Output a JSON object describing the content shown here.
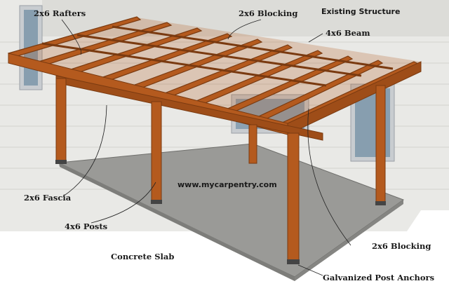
{
  "labels": {
    "rafters": "2x6 Rafters",
    "blocking_top": "2x6 Blocking",
    "existing_structure": "Existing Structure",
    "beam": "4x6 Beam",
    "fascia": "2x6 Fascia",
    "website": "www.mycarpentry.com",
    "posts": "4x6 Posts",
    "slab": "Concrete Slab",
    "blocking_bottom": "2x6 Blocking",
    "anchors": "Galvanized Post Anchors"
  },
  "colors": {
    "wood": "#b45a1e",
    "wood_dark": "#7a3a10",
    "wall": "#e9e9e6",
    "slab": "#9a9a97",
    "window_frame": "#c8ccd0",
    "glass": "#5b7f9a"
  }
}
